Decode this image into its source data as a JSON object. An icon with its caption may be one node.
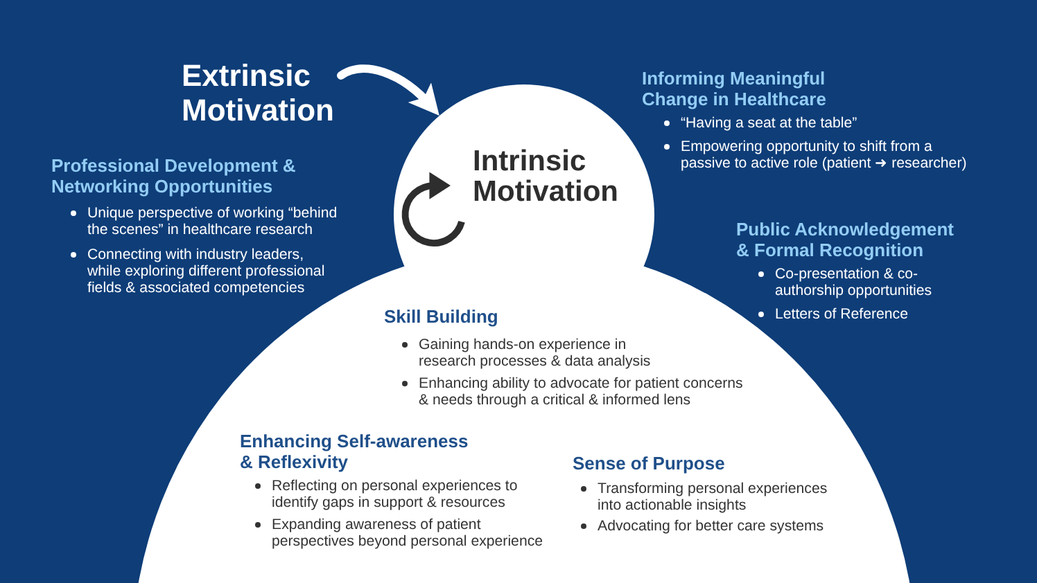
{
  "diagram": {
    "nodes": [
      {
        "text": [
          "Extrinsic Motivation"
        ]
      },
      {
        "text": [
          "Intrinsic Motivation",
          "Skill Building",
          "Gaining hands-on experience in research processes & data analysis",
          "Enhancing ability to advocate for patient concerns & needs through a critical & informed lens",
          "Enhancing Self-awareness & Reflexivity",
          "Reflecting on personal experiences to identify gaps in support & resources",
          "Expanding awareness of patient perspectives beyond personal experience",
          "Sense of Purpose",
          "Transforming personal experiences into actionable insights",
          "Advocating for better care systems"
        ]
      }
    ],
    "edges": [
      {
        "from": 0,
        "to": 1,
        "arrow": "to"
      }
    ],
    "labels": [
      "Informing Meaningful Change in Healthcare",
      "“Having a seat at the table”",
      "Empowering opportunity to shift from a passive to active role (patient ➜ researcher)",
      "Professional Development & Networking Opportunities",
      "Unique perspective of working “behind the scenes” in healthcare research",
      "Connecting with industry leaders, while exploring different professional fields & associated competencies",
      "Public Acknowledgement & Formal Recognition",
      "Co-presentation & co-authorship opportunities",
      "Letters of Reference"
    ]
  }
}
